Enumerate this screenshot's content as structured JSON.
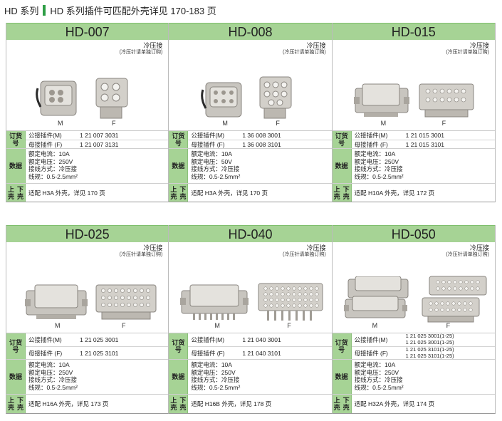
{
  "header": {
    "left": "HD 系列",
    "right": "HD 系列插件可匹配外壳详见 170-183 页"
  },
  "labels": {
    "pressure_main": "冷压接",
    "pressure_sub": "(冷压针请单独订购)",
    "male_short": "M",
    "female_short": "F",
    "order_side": "订货号",
    "data_side": "数据",
    "housing_side_1": "上壳",
    "housing_side_2": "下壳",
    "male_label": "公接插件(M)",
    "female_label": "母接插件 (F)"
  },
  "products": [
    {
      "title": "HD-007",
      "male_no": "1 21 007 3031",
      "female_no": "1 21 007 3131",
      "current": "额定电流：10A",
      "voltage": "额定电压：250V",
      "conn": "接线方式：冷压接",
      "wire": "线规：0.5-2.5mm²",
      "fit": "适配 H3A 外壳，详见 170 页"
    },
    {
      "title": "HD-008",
      "male_no": "1 36 008 3001",
      "female_no": "1 36 008 3101",
      "current": "额定电流：10A",
      "voltage": "额定电压：50V",
      "conn": "接线方式：冷压接",
      "wire": "线规：0.5-2.5mm²",
      "fit": "适配 H3A 外壳，详见 170 页"
    },
    {
      "title": "HD-015",
      "male_no": "1 21 015 3001",
      "female_no": "1 21 015 3101",
      "current": "额定电流：10A",
      "voltage": "额定电压：250V",
      "conn": "接线方式：冷压接",
      "wire": "线规：0.5-2.5mm²",
      "fit": "适配 H10A 外壳，详见 172 页"
    },
    {
      "title": "HD-025",
      "male_no": "1 21 025 3001",
      "female_no": "1 21 025 3101",
      "current": "额定电流：10A",
      "voltage": "额定电压：250V",
      "conn": "接线方式：冷压接",
      "wire": "线规：0.5-2.5mm²",
      "fit": "适配 H16A 外壳，详见 173 页"
    },
    {
      "title": "HD-040",
      "male_no": "1 21 040 3001",
      "female_no": "1 21 040 3101",
      "current": "额定电流：10A",
      "voltage": "额定电压：250V",
      "conn": "接线方式：冷压接",
      "wire": "线规：0.5-2.5mm²",
      "fit": "适配 H16B 外壳，详见 178 页"
    },
    {
      "title": "HD-050",
      "male_no_1": "1 21 025 3001(1-25)",
      "male_no_2": "1 21 025 3001(1-25)",
      "female_no_1": "1 21 025 3101(1-25)",
      "female_no_2": "1 21 025 3101(1-25)",
      "current": "额定电流：10A",
      "voltage": "额定电压：250V",
      "conn": "接线方式：冷压接",
      "wire": "线规：0.5-2.5mm²",
      "fit": "适配 H32A 外壳，详见 174 页"
    }
  ]
}
